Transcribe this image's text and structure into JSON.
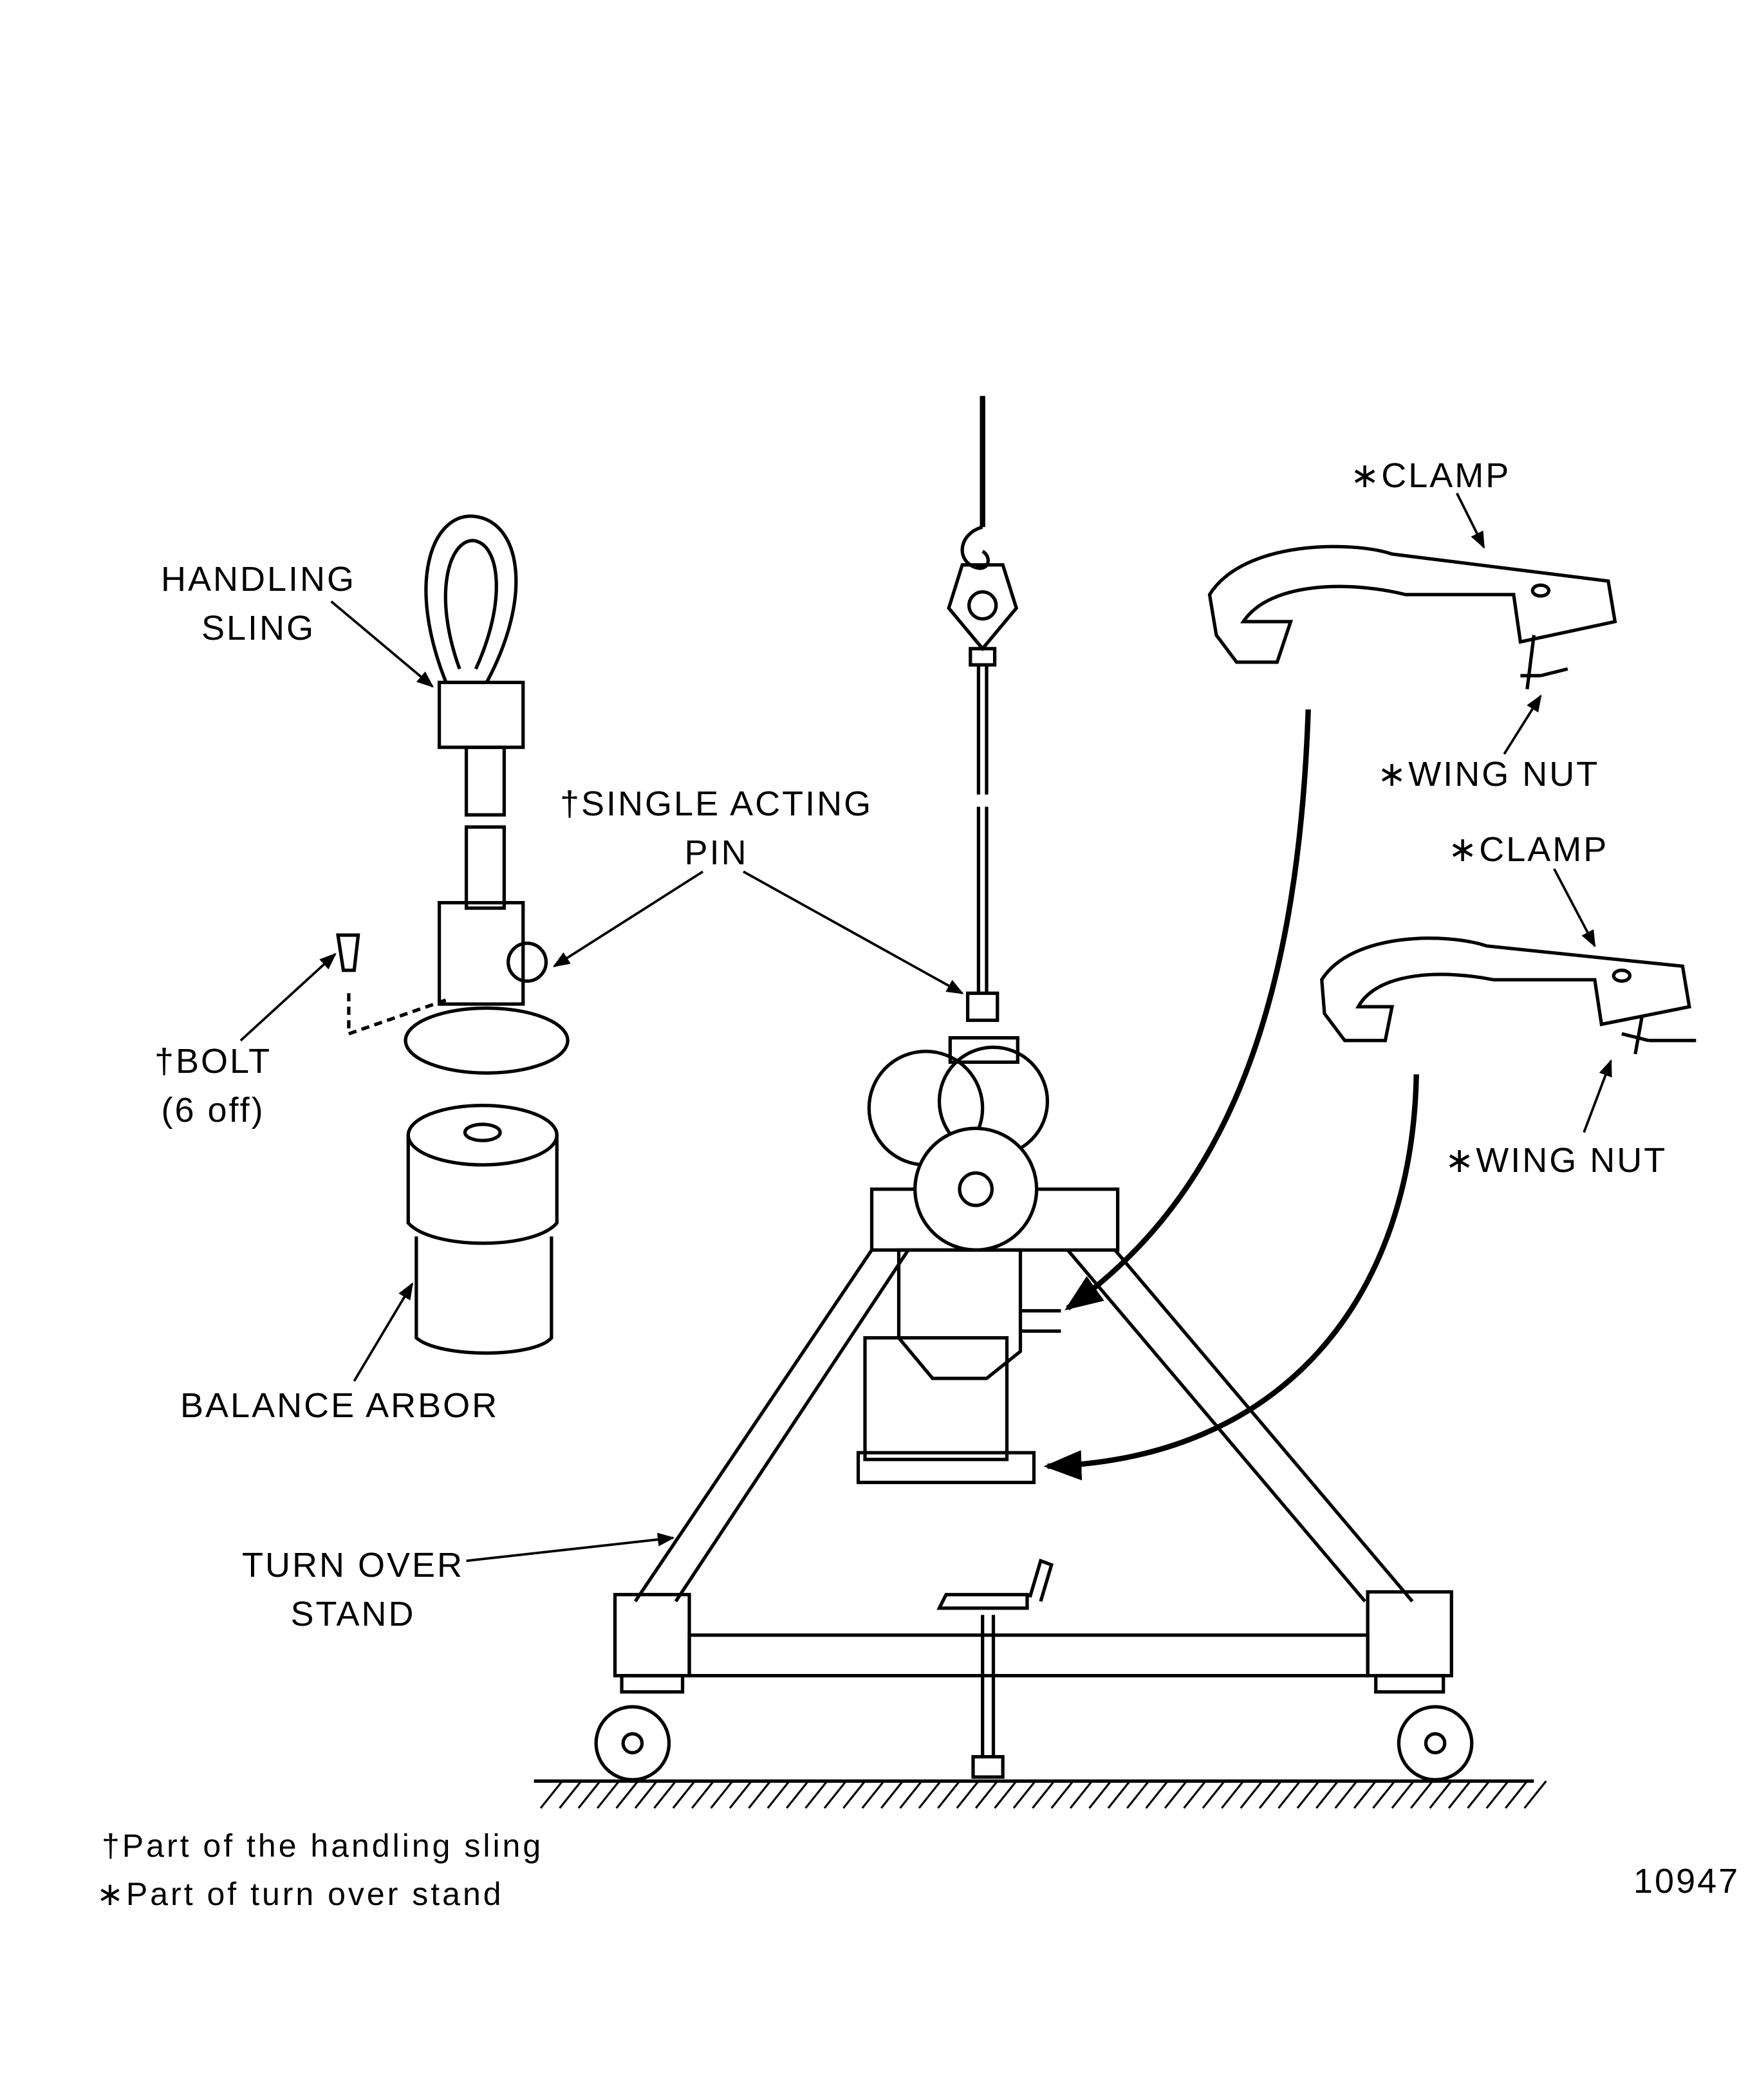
{
  "labels": {
    "handling_sling": [
      "HANDLING",
      "SLING"
    ],
    "single_acting_pin": [
      "†SINGLE ACTING",
      "PIN"
    ],
    "clamp_top": "∗CLAMP",
    "wing_nut_top": "∗WING NUT",
    "clamp_bottom": "∗CLAMP",
    "wing_nut_bottom": "∗WING NUT",
    "bolt": [
      "†BOLT",
      "(6 off)"
    ],
    "balance_arbor": "BALANCE ARBOR",
    "turn_over_stand": [
      "TURN OVER",
      "STAND"
    ]
  },
  "footnotes": [
    "†Part of the handling sling",
    "∗Part of turn over stand"
  ],
  "figure_number": "10947"
}
